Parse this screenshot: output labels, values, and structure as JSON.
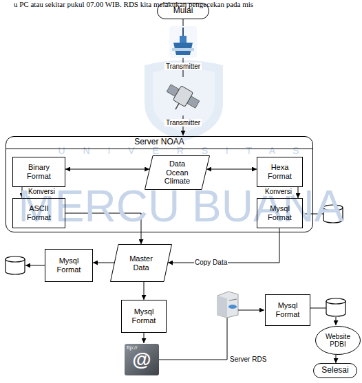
{
  "diagram": {
    "nodes": [
      {
        "text": [
          "Mulai"
        ]
      },
      {
        "text": [
          "Server NOAA"
        ]
      },
      {
        "text": [
          "Binary Format"
        ],
        "in": 1
      },
      {
        "text": [
          "Data Ocean Climate"
        ],
        "in": 1
      },
      {
        "text": [
          "Hexa Format"
        ],
        "in": 1
      },
      {
        "text": [
          "ASCII Format"
        ],
        "in": 1
      },
      {
        "text": [
          "Mysql Format"
        ],
        "in": 1
      },
      {
        "text": [
          "Mysql Format"
        ]
      },
      {
        "text": [
          "Master Data"
        ]
      },
      {
        "text": [
          "Mysql Format"
        ]
      },
      {
        "text": [
          "Mysql Format"
        ]
      },
      {
        "text": [
          "Website PDBI"
        ]
      },
      {
        "text": [
          "Selesai"
        ]
      }
    ],
    "edges": [
      {
        "from": 3,
        "to": 2,
        "arrow": "both"
      },
      {
        "from": 3,
        "to": 4,
        "arrow": "both"
      },
      {
        "from": 2,
        "to": 5,
        "label": "Konversi",
        "arrow": "to"
      },
      {
        "from": 4,
        "to": 6,
        "label": "Konversi",
        "arrow": "to"
      },
      {
        "from": 5,
        "to": 8,
        "arrow": "to"
      },
      {
        "from": 6,
        "to": 8,
        "label": "Copy Data",
        "arrow": "to"
      },
      {
        "from": 8,
        "to": 7,
        "arrow": "to"
      },
      {
        "from": 8,
        "to": 9,
        "arrow": "to"
      },
      {
        "from": 11,
        "to": 12,
        "arrow": "to"
      }
    ],
    "labels": [
      "u PC atau sekitar pukul 07.00 WIB. RDS kita melakukan pengecekan pada mis",
      "Transmitter",
      "Transmitter",
      "U N I V E R S I T A S",
      "MERCU BUANA",
      "ftp://",
      "@",
      "Server RDS"
    ]
  }
}
